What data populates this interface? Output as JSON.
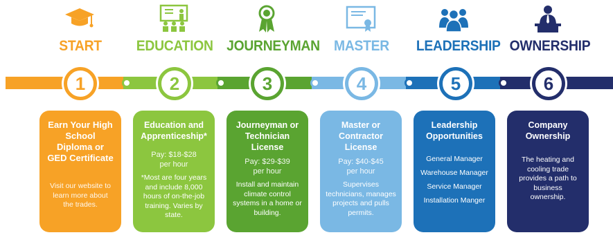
{
  "colors": {
    "start": "#f7a226",
    "education": "#8cc63f",
    "journeyman": "#5aa431",
    "master": "#7ab8e4",
    "leadership": "#1d71b8",
    "ownership": "#232e6b"
  },
  "steps": [
    {
      "title": "START",
      "number": "1",
      "icon": "graduation-cap-icon",
      "heading": "Earn Your High School Diploma or GED Certificate",
      "pay": "",
      "pay_unit": "",
      "description": "Visit our website to learn more about the trades."
    },
    {
      "title": "EDUCATION",
      "number": "2",
      "icon": "classroom-icon",
      "heading": "Education and Apprenticeship*",
      "pay": "Pay: $18-$28",
      "pay_unit": "per hour",
      "description": "*Most are four years and include 8,000 hours of on-the-job training. Varies by state."
    },
    {
      "title": "JOURNEYMAN",
      "number": "3",
      "icon": "ribbon-award-icon",
      "heading": "Journeyman or Technician License",
      "pay": "Pay: $29-$39",
      "pay_unit": "per hour",
      "description": "Install and maintain climate control systems in a home or building."
    },
    {
      "title": "MASTER",
      "number": "4",
      "icon": "certificate-icon",
      "heading": "Master or Contractor License",
      "pay": "Pay: $40-$45",
      "pay_unit": "per hour",
      "description": "Supervises technicians, manages projects and pulls permits."
    },
    {
      "title": "LEADERSHIP",
      "number": "5",
      "icon": "team-icon",
      "heading": "Leadership Opportunities",
      "roles": [
        "General Manager",
        "Warehouse Manager",
        "Service Manager",
        "Installation Manger"
      ]
    },
    {
      "title": "OWNERSHIP",
      "number": "6",
      "icon": "business-owner-icon",
      "heading": "Company Ownership",
      "pay": "",
      "pay_unit": "",
      "description": "The heating and cooling trade provides a path to business ownership."
    }
  ]
}
